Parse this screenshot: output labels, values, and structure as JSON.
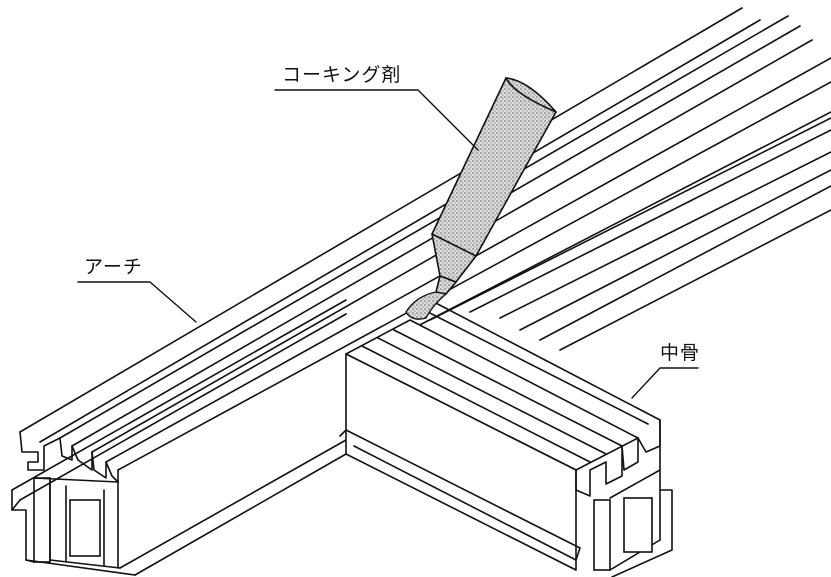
{
  "labels": {
    "caulking": "コーキング剤",
    "arch": "アーチ",
    "mullion": "中骨"
  },
  "colors": {
    "ink": "#111111",
    "paper": "#ffffff",
    "stipple": "#9a9a9a"
  }
}
